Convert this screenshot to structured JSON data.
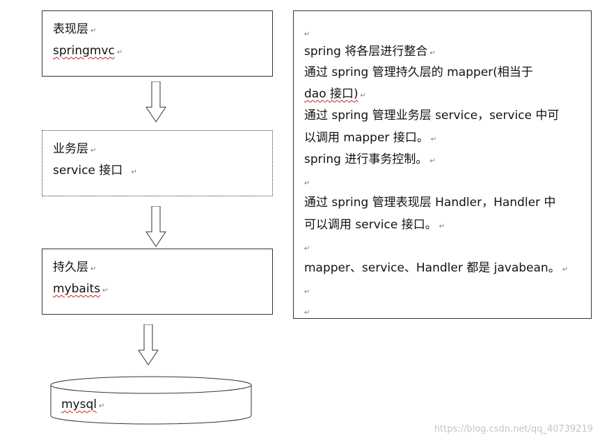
{
  "layers": {
    "presentation": {
      "title": "表现层",
      "subtitle": "springmvc"
    },
    "service": {
      "title": "业务层",
      "subtitle": "service 接口"
    },
    "persistence": {
      "title": "持久层",
      "subtitle": "mybaits"
    }
  },
  "database": {
    "label": "mysql"
  },
  "paragraph_mark": "↵",
  "notes": {
    "lines": [
      "",
      "spring 将各层进行整合",
      "通过  spring  管理持久层的  mapper(相当于",
      "dao 接口)",
      "通过 spring 管理业务层 service，service 中可",
      "以调用 mapper 接口。",
      "spring 进行事务控制。",
      "",
      "通过 spring 管理表现层 Handler，Handler 中",
      "可以调用 service 接口。",
      "",
      "mapper、service、Handler 都是 javabean。",
      "",
      ""
    ]
  },
  "watermark": "https://blog.csdn.net/qq_40739219",
  "colors": {
    "border": "#333333",
    "spellcheck_underline": "#cc2222",
    "watermark": "#c4c4c4"
  }
}
